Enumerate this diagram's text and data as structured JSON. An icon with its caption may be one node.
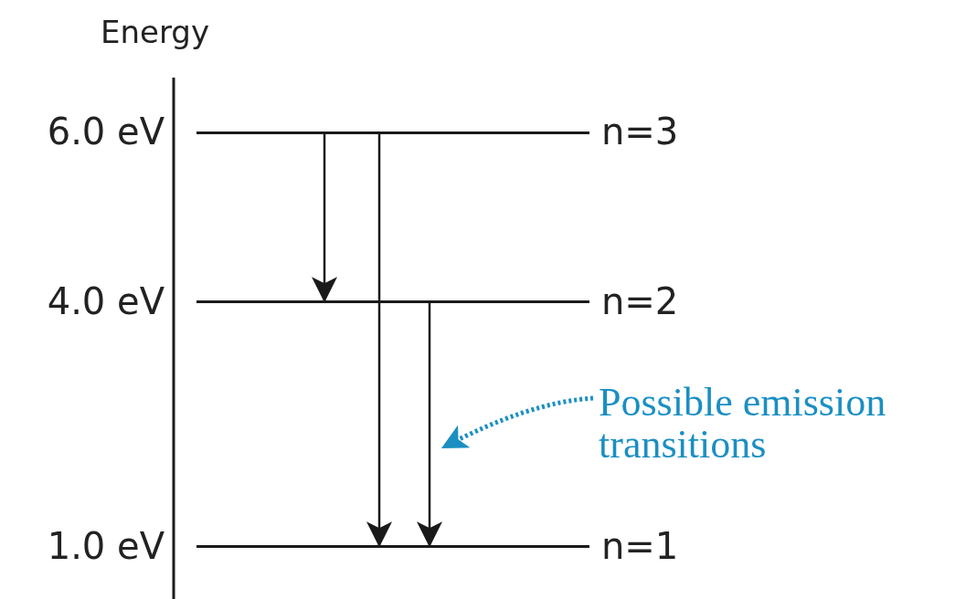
{
  "diagram": {
    "nodes": [
      {
        "text": [],
        "shape": "bar"
      },
      {
        "text": [],
        "shape": "bar"
      },
      {
        "text": [],
        "shape": "bar"
      },
      {
        "text": [
          "Possible emission transitions"
        ]
      }
    ],
    "edges": [
      {
        "from": 0,
        "to": 1,
        "arrow": "to"
      },
      {
        "from": 0,
        "to": 2,
        "arrow": "to"
      },
      {
        "from": 1,
        "to": 2,
        "arrow": "to"
      },
      {
        "from": 3,
        "to": null,
        "arrow": "to",
        "style": "dashed",
        "color": "#1b8fc2"
      }
    ],
    "labels": [
      "Energy",
      "6.0 eV",
      "n=3",
      "4.0 eV",
      "n=2",
      "1.0 eV",
      "n=1"
    ]
  }
}
